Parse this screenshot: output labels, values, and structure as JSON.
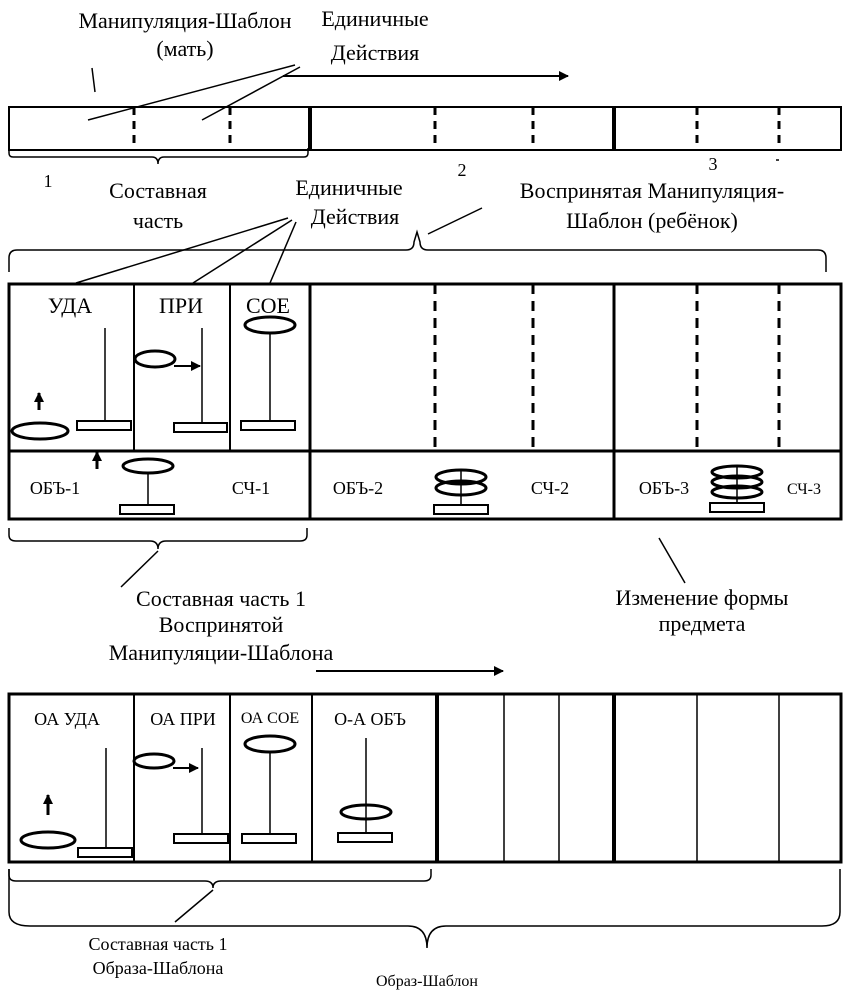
{
  "top": {
    "template_mother_line1": "Манипуляция-Шаблон",
    "template_mother_line2": "(мать)",
    "single_actions_line1": "Единичные",
    "single_actions_line2": "Действия",
    "num_1": "1",
    "num_2": "2",
    "num_3": "3",
    "component_line1": "Составная",
    "component_line2": "часть"
  },
  "middle": {
    "single_actions_line1": "Единичные",
    "single_actions_line2": "Действия",
    "perceived_line1": "Воспринятая Манипуляция-",
    "perceived_line2": "Шаблон (ребёнок)",
    "cell_uda": "УДА",
    "cell_pri": "ПРИ",
    "cell_soe": "СОЕ",
    "obj1": "ОБЪ-1",
    "sch1": "СЧ-1",
    "obj2": "ОБЪ-2",
    "sch2": "СЧ-2",
    "obj3": "ОБЪ-3",
    "sch3": "СЧ-3",
    "component1_line1": "Составная часть 1",
    "component1_line2": "Воспринятой",
    "component1_line3": "Манипуляции-Шаблона",
    "shape_change_line1": "Изменение формы",
    "shape_change_line2": "предмета"
  },
  "bottom": {
    "oa_uda": "ОА УДА",
    "oa_pri": "ОА ПРИ",
    "oa_soe": "ОА СОЕ",
    "oa_obj": "О-А ОБЪ",
    "component1_line1": "Составная часть 1",
    "component1_line2": "Образа-Шаблона",
    "image_template": "Образ-Шаблон"
  }
}
